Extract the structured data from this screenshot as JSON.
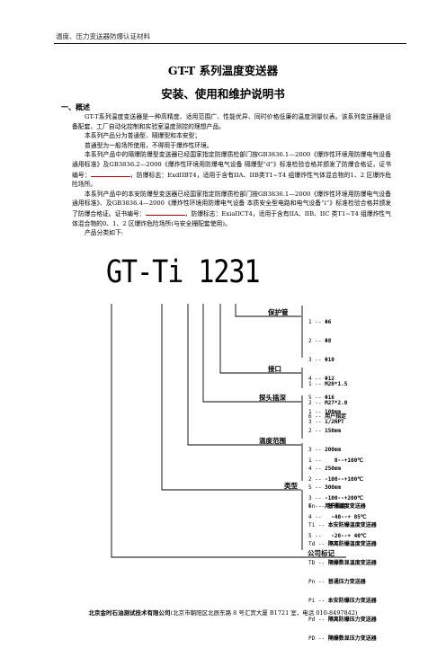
{
  "header": {
    "text": "温度、压力变送器防爆认证材料"
  },
  "title": "GT-T 系列温度变送器",
  "subtitle": "安装、使用和维护说明书",
  "section1": {
    "heading": "一、概述",
    "p1": "GT-T系列温度变送器是一种高精度、适用范围广、性能优异、同时价格低廉的温度测量仪表。该系列变送器是设备配套、工厂自动化控制和实验室温度测控的理想产品。",
    "p2": "本系列产品分为普通型、隔爆型和本安型；",
    "p3": "普通型为一般场所使用，不得用于爆炸性环境。",
    "p4a": "本系列产品中的隔爆防爆型变送器已经国家指定防爆质检部门按GB3836.1—2000《爆炸性环境用防爆电气设备 通用标准》及GB3836.2—2000《爆炸性环境用防爆电气设备 隔爆型“d”》标准检验合格并颁发了防爆合格证，证书编号：",
    "p4b": "，防爆标志：ExdIIBT4，适用于含有IIA、IIB类T1~T4 组爆炸性气体混合物的1、2 区爆炸危险场所。",
    "p5a": "本系列产品中的本安防爆型变送器已经国家指定防爆质检部门按GB3836.1—2000《爆炸性环境用防爆电气设备 通用标准》、及GB3836.4—2000《爆炸性环境用防爆电气设备 本质安全型电路和电气设备“i”》标准检验合格并颁发了防爆合格证。证书编号：",
    "p5b": "，防爆标志：ExiaIICT4，适用于含有IIA、IIB、IIC 类T1~T4 组爆炸性气体混合物的0、1、2 区爆炸危险场所(与安全栅配套使用)。",
    "p6": "产品分类如下:"
  },
  "model_code": "GT-Ti 1231",
  "categories": {
    "protection_tube": {
      "label": "保护管",
      "options": [
        {
          "code": "1 --",
          "value": "Φ6"
        },
        {
          "code": "2 --",
          "value": "Φ8"
        },
        {
          "code": "3 --",
          "value": "Φ10"
        },
        {
          "code": "4 --",
          "value": "Φ12"
        },
        {
          "code": "5 --",
          "value": "Φ16"
        },
        {
          "code": "6 --",
          "value": "用户指定"
        }
      ]
    },
    "interface": {
      "label": "接口",
      "options": [
        {
          "code": "1 --",
          "value": "M20*1.5"
        },
        {
          "code": "2 --",
          "value": "M27*2.0"
        },
        {
          "code": "3 --",
          "value": "1/2NPT"
        }
      ]
    },
    "probe_length": {
      "label": "探头插深",
      "options": [
        {
          "code": "1 --",
          "value": "100mm"
        },
        {
          "code": "2 --",
          "value": "150mm"
        },
        {
          "code": "3 --",
          "value": "200mm"
        },
        {
          "code": "4 --",
          "value": "250mm"
        },
        {
          "code": "5 --",
          "value": "300mm"
        },
        {
          "code": "6 --",
          "value": "用户指定"
        }
      ]
    },
    "temp_range": {
      "label": "温度范围",
      "options": [
        {
          "code": "1 --",
          "value": "   0--+100℃"
        },
        {
          "code": "2 --",
          "value": "-100--+100℃"
        },
        {
          "code": "3 --",
          "value": "-100--+200℃"
        },
        {
          "code": "4 --",
          "value": "  -40--+ 85℃"
        },
        {
          "code": "5 --",
          "value": "  -20--+ 40℃"
        }
      ]
    },
    "type": {
      "label": "类型",
      "options": [
        {
          "code": "Tn --",
          "value": "普通温度变送器"
        },
        {
          "code": "Ti --",
          "value": "本安防爆温度变送器"
        },
        {
          "code": "Td --",
          "value": "隔离防爆温度变送器"
        },
        {
          "code": "TD --",
          "value": "隔爆数显温度变送器"
        },
        {
          "code": "Pn --",
          "value": "普通压力变送器"
        },
        {
          "code": "Pi --",
          "value": "本安防爆压力变送器"
        },
        {
          "code": "Pd --",
          "value": "隔离防爆压力变送器"
        },
        {
          "code": "PD --",
          "value": "隔爆数显压力变送器"
        }
      ]
    },
    "company_mark": {
      "label": "公司标记"
    }
  },
  "footer": {
    "company": "北京金时石油测试技术有限公司",
    "address": "(北京市朝阳区北辰东路 8 号汇宾大厦 B1721 室，电话 010-8497842)"
  }
}
